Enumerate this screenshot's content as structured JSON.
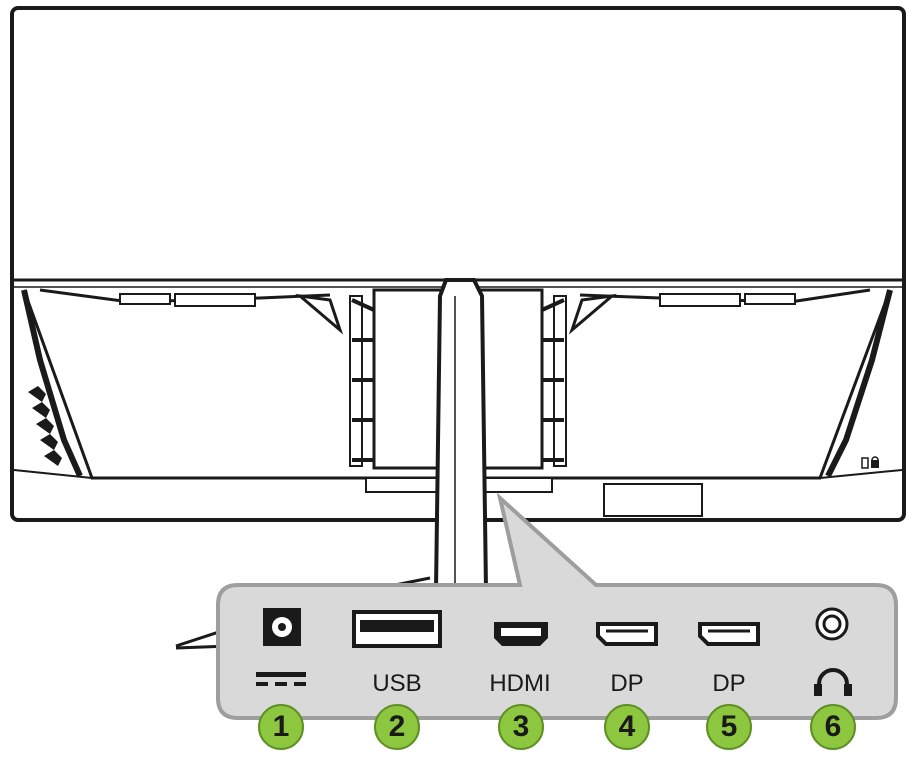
{
  "ports": [
    {
      "number": "1",
      "label": "",
      "icon": "dc-power-icon"
    },
    {
      "number": "2",
      "label": "USB",
      "icon": "usb-port-icon"
    },
    {
      "number": "3",
      "label": "HDMI",
      "icon": "hdmi-port-icon"
    },
    {
      "number": "4",
      "label": "DP",
      "icon": "displayport-icon"
    },
    {
      "number": "5",
      "label": "DP",
      "icon": "displayport-icon"
    },
    {
      "number": "6",
      "label": "",
      "icon": "headphone-jack-icon"
    }
  ],
  "colors": {
    "badge_fill": "#8dc63f",
    "panel_fill": "#d9d9d9",
    "outline": "#1a1a1a"
  }
}
